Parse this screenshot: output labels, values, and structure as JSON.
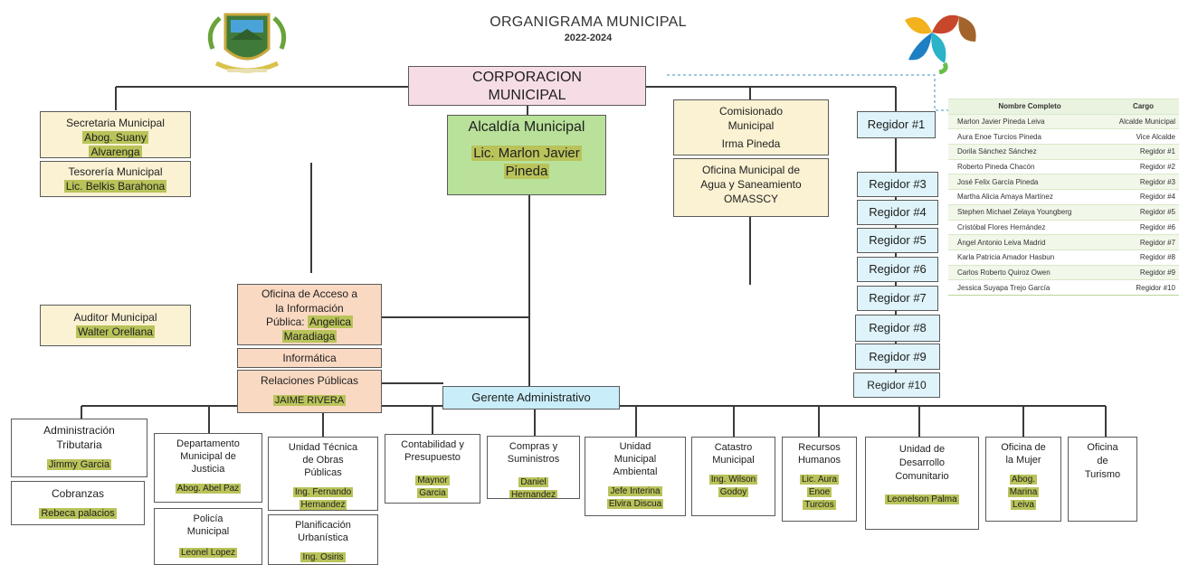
{
  "header": {
    "title": "ORGANIGRAMA MUNICIPAL",
    "years": "2022-2024"
  },
  "corporacion": {
    "l1": "CORPORACION",
    "l2": "MUNICIPAL"
  },
  "secretaria": {
    "title": "Secretaria Municipal",
    "n1": "Abog. Suany",
    "n2": "Alvarenga"
  },
  "tesoreria": {
    "title": "Tesorería Municipal",
    "name": "Lic. Belkis Barahona"
  },
  "alcaldia": {
    "title": "Alcaldía Municipal",
    "n1": "Lic. Marlon Javier",
    "n2": "Pineda"
  },
  "comisionado": {
    "l1": "Comisionado",
    "l2": "Municipal",
    "name": "Irma Pineda"
  },
  "omasscy": {
    "l1": "Oficina Municipal de",
    "l2": "Agua y Saneamiento",
    "l3": "OMASSCY"
  },
  "auditor": {
    "title": "Auditor Municipal",
    "name": "Walter Orellana"
  },
  "oai": {
    "l1": "Oficina de Acceso a",
    "l2": "la Información",
    "l3": "Pública:",
    "n1": "Angelica",
    "n2": "Maradiaga"
  },
  "informatica": {
    "title": "Informática"
  },
  "relaciones": {
    "title": "Relaciones Públicas",
    "name": "JAIME RIVERA"
  },
  "gerente": {
    "title": "Gerente Administrativo"
  },
  "regidores": [
    "Regidor #1",
    "Regidor #3",
    "Regidor #4",
    "Regidor #5",
    "Regidor #6",
    "Regidor #7",
    "Regidor #8",
    "Regidor #9",
    "Regidor #10"
  ],
  "table": {
    "h1": "Nombre Completo",
    "h2": "Cargo",
    "rows": [
      {
        "name": "Marlon Javier Pineda Leiva",
        "cargo": "Alcalde Municipal"
      },
      {
        "name": "Aura Enoe Turcios Pineda",
        "cargo": "Vice Alcalde"
      },
      {
        "name": "Dorila Sánchez Sánchez",
        "cargo": "Regidor #1"
      },
      {
        "name": "Roberto Pineda Chacón",
        "cargo": "Regidor #2"
      },
      {
        "name": "José Felix García Pineda",
        "cargo": "Regidor #3"
      },
      {
        "name": "Martha Alicia Amaya Martínez",
        "cargo": "Regidor #4"
      },
      {
        "name": "Stephen Michael Zelaya Youngberg",
        "cargo": "Regidor #5"
      },
      {
        "name": "Cristóbal Flores Hernández",
        "cargo": "Regidor #6"
      },
      {
        "name": "Ángel Antonio Leiva Madrid",
        "cargo": "Regidor #7"
      },
      {
        "name": "Karla Patricia Amador Hasbun",
        "cargo": "Regidor #8"
      },
      {
        "name": "Carlos Roberto Quiroz Owen",
        "cargo": "Regidor #9"
      },
      {
        "name": "Jessica Suyapa Trejo García",
        "cargo": "Regidor #10"
      }
    ]
  },
  "admin_tributaria": {
    "l1": "Administración",
    "l2": "Tributaria",
    "name": "Jimmy Garcia"
  },
  "cobranzas": {
    "title": "Cobranzas",
    "name": "Rebeca palacios"
  },
  "justicia": {
    "l1": "Departamento",
    "l2": "Municipal de",
    "l3": "Justicia",
    "name": "Abog. Abel Paz"
  },
  "policia": {
    "l1": "Policía",
    "l2": "Municipal",
    "name": "Leonel Lopez"
  },
  "obras": {
    "l1": "Unidad Técnica",
    "l2": "de Obras",
    "l3": "Públicas",
    "n1": "Ing. Fernando",
    "n2": "Hernandez"
  },
  "planificacion": {
    "l1": "Planificación",
    "l2": "Urbanística",
    "name": "Ing. Osiris"
  },
  "contabilidad": {
    "l1": "Contabilidad y",
    "l2": "Presupuesto",
    "n1": "Maynor",
    "n2": "Garcia"
  },
  "compras": {
    "l1": "Compras y",
    "l2": "Suministros",
    "n1": "Daniel",
    "n2": "Hernandez"
  },
  "ambiental": {
    "l1": "Unidad",
    "l2": "Municipal",
    "l3": "Ambiental",
    "n1": "Jefe Interina",
    "n2": "Elvira Discua"
  },
  "catastro": {
    "l1": "Catastro",
    "l2": "Municipal",
    "n1": "Ing. Wilson",
    "n2": "Godoy"
  },
  "rrhh": {
    "l1": "Recursos",
    "l2": "Humanos",
    "n1": "Lic. Aura",
    "n2": "Enoe",
    "n3": "Turcios"
  },
  "desarrollo": {
    "l1": "Unidad de",
    "l2": "Desarrollo",
    "l3": "Comunitario",
    "name": "Leonelson Palma"
  },
  "mujer": {
    "l1": "Oficina de",
    "l2": "la Mujer",
    "n1": "Abog.",
    "n2": "Marina",
    "n3": "Leiva"
  },
  "turismo": {
    "l1": "Oficina",
    "l2": "de",
    "l3": "Turismo"
  }
}
